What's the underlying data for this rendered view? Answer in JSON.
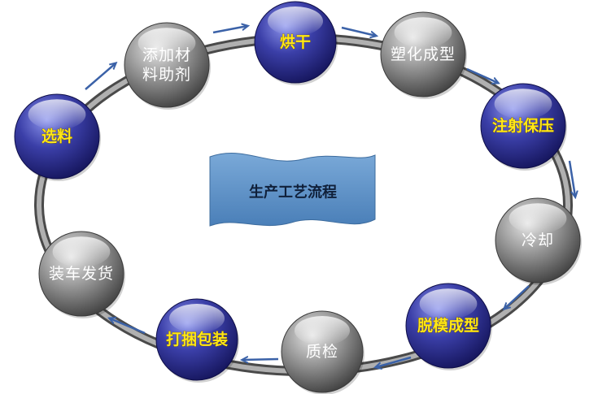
{
  "title": "生产工艺流程",
  "nodes": [
    {
      "id": "select-material",
      "style": "blue",
      "lines": [
        "选料"
      ]
    },
    {
      "id": "add-additives",
      "style": "grey",
      "lines": [
        "添加材",
        "料助剂"
      ]
    },
    {
      "id": "drying",
      "style": "blue",
      "lines": [
        "烘干"
      ]
    },
    {
      "id": "plasticize",
      "style": "grey",
      "lines": [
        "塑化成型"
      ]
    },
    {
      "id": "injection-hold",
      "style": "blue",
      "lines": [
        "注射保压"
      ]
    },
    {
      "id": "cooling",
      "style": "grey",
      "lines": [
        "冷却"
      ]
    },
    {
      "id": "demold",
      "style": "blue",
      "lines": [
        "脱模成型"
      ]
    },
    {
      "id": "quality-check",
      "style": "grey",
      "lines": [
        "质检"
      ]
    },
    {
      "id": "packing",
      "style": "blue",
      "lines": [
        "打捆包装"
      ]
    },
    {
      "id": "loading-shipping",
      "style": "grey",
      "lines": [
        "装车发货"
      ]
    }
  ],
  "colors": {
    "blue_node": "#2c2c8c",
    "blue_text": "#ffe818",
    "grey_node": "#8c8c8c",
    "grey_text": "#ffffff",
    "ring": "#7a7a7a",
    "arrow": "#3b62a8",
    "banner": "#5b8fc4"
  }
}
